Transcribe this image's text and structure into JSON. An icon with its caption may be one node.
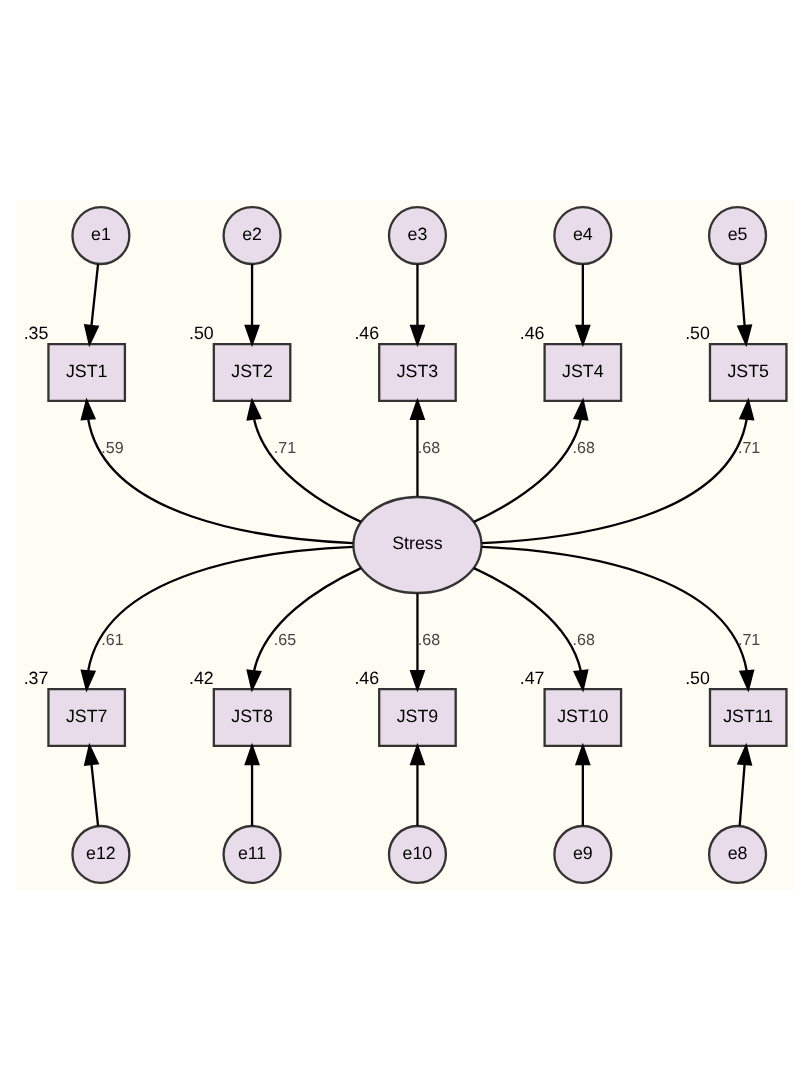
{
  "diagram": {
    "nodes": [
      {
        "text": [
          "e1"
        ]
      },
      {
        "text": [
          "e2"
        ]
      },
      {
        "text": [
          "e3"
        ]
      },
      {
        "text": [
          "e4"
        ]
      },
      {
        "text": [
          "e5"
        ]
      },
      {
        "text": [
          "JST1"
        ],
        "beside": [
          ".35"
        ]
      },
      {
        "text": [
          "JST2"
        ],
        "beside": [
          ".50"
        ]
      },
      {
        "text": [
          "JST3"
        ],
        "beside": [
          ".46"
        ]
      },
      {
        "text": [
          "JST4"
        ],
        "beside": [
          ".46"
        ]
      },
      {
        "text": [
          "JST5"
        ],
        "beside": [
          ".50"
        ]
      },
      {
        "text": [
          "Stress"
        ]
      },
      {
        "text": [
          "JST7"
        ],
        "beside": [
          ".37"
        ]
      },
      {
        "text": [
          "JST8"
        ],
        "beside": [
          ".42"
        ]
      },
      {
        "text": [
          "JST9"
        ],
        "beside": [
          ".46"
        ]
      },
      {
        "text": [
          "JST10"
        ],
        "beside": [
          ".47"
        ]
      },
      {
        "text": [
          "JST11"
        ],
        "beside": [
          ".50"
        ]
      },
      {
        "text": [
          "e12"
        ]
      },
      {
        "text": [
          "e11"
        ]
      },
      {
        "text": [
          "e10"
        ]
      },
      {
        "text": [
          "e9"
        ]
      },
      {
        "text": [
          "e8"
        ]
      }
    ],
    "edges": [
      {
        "from": 0,
        "to": 5,
        "arrow": "to"
      },
      {
        "from": 1,
        "to": 6,
        "arrow": "to"
      },
      {
        "from": 2,
        "to": 7,
        "arrow": "to"
      },
      {
        "from": 3,
        "to": 8,
        "arrow": "to"
      },
      {
        "from": 4,
        "to": 9,
        "arrow": "to"
      },
      {
        "from": 10,
        "to": 5,
        "arrow": "to",
        "label": ".59"
      },
      {
        "from": 10,
        "to": 6,
        "arrow": "to",
        "label": ".71"
      },
      {
        "from": 10,
        "to": 7,
        "arrow": "to",
        "label": ".68"
      },
      {
        "from": 10,
        "to": 8,
        "arrow": "to",
        "label": ".68"
      },
      {
        "from": 10,
        "to": 9,
        "arrow": "to",
        "label": ".71"
      },
      {
        "from": 10,
        "to": 11,
        "arrow": "to",
        "label": ".61"
      },
      {
        "from": 10,
        "to": 12,
        "arrow": "to",
        "label": ".65"
      },
      {
        "from": 10,
        "to": 13,
        "arrow": "to",
        "label": ".68"
      },
      {
        "from": 10,
        "to": 14,
        "arrow": "to",
        "label": ".68"
      },
      {
        "from": 10,
        "to": 15,
        "arrow": "to",
        "label": ".71"
      },
      {
        "from": 16,
        "to": 11,
        "arrow": "to"
      },
      {
        "from": 17,
        "to": 12,
        "arrow": "to"
      },
      {
        "from": 18,
        "to": 13,
        "arrow": "to"
      },
      {
        "from": 19,
        "to": 14,
        "arrow": "to"
      },
      {
        "from": 20,
        "to": 15,
        "arrow": "to"
      }
    ]
  }
}
